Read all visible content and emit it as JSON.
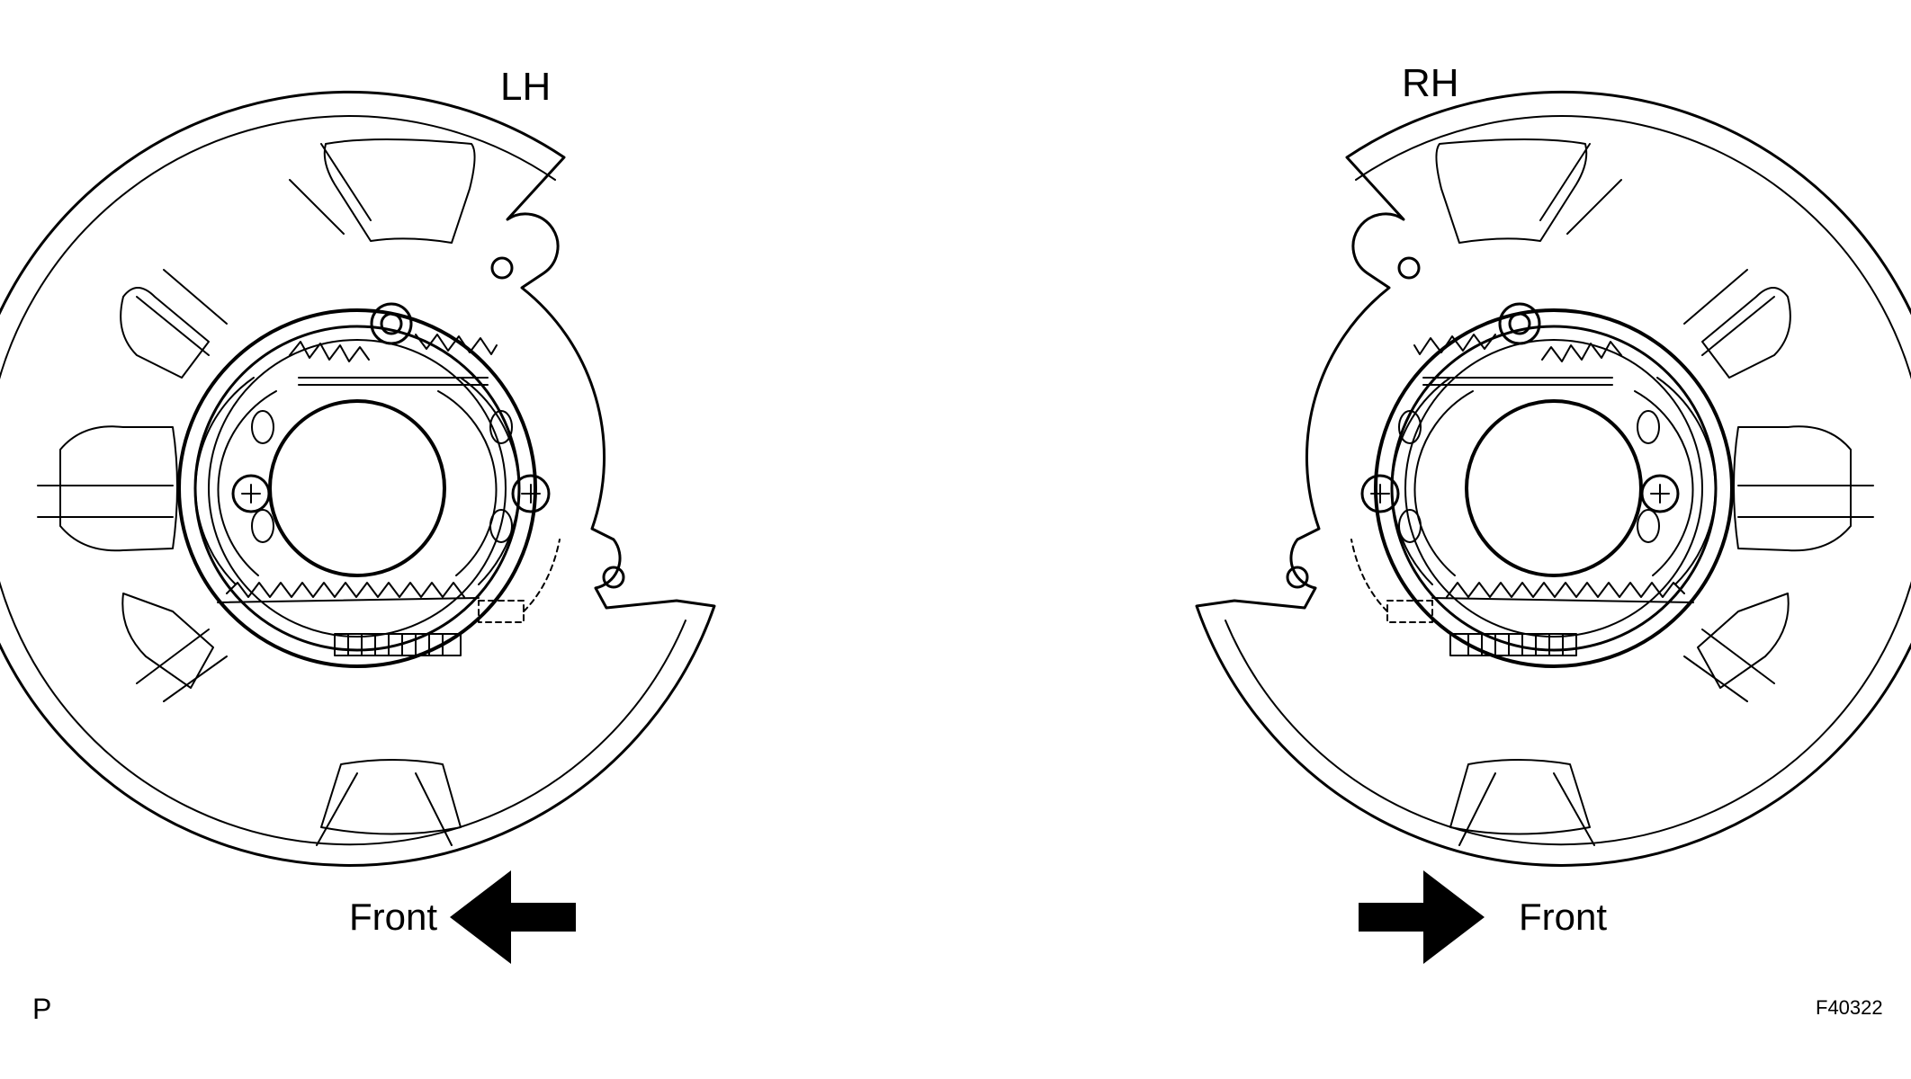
{
  "diagram": {
    "left_label": "LH",
    "right_label": "RH",
    "left_front_label": "Front",
    "right_front_label": "Front",
    "corner_left": "P",
    "corner_right": "F40322",
    "left_arrow_icon": "arrow-left-icon",
    "right_arrow_icon": "arrow-right-icon",
    "line_color": "#000000",
    "background_color": "#ffffff"
  }
}
